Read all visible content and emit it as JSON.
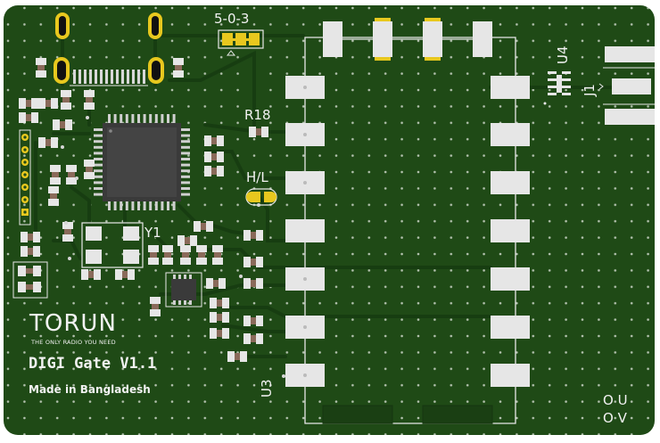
{
  "board": {
    "colors": {
      "soldermask": "#1f4a16",
      "soldermask_light": "#2a5a1f",
      "trace": "#163d10",
      "trace_edge": "#2f6326",
      "pad_white": "#e6e6e6",
      "pad_yellow": "#e8c81e",
      "ic_body": "#3a3a3a",
      "ic_pins": "#c9c9c9",
      "silkscreen": "#f2f2f2",
      "smd_brown": "#8a6a5a",
      "vias": "#d6d6d6"
    },
    "labels": {
      "jumper_top": "5-0-3",
      "resistor_r18": "R18",
      "jumper_hl": "H/L",
      "crystal_y1": "Y1",
      "module_u3": "U3",
      "chip_u4": "U4",
      "connector_j1": "J1",
      "out_u": "O U",
      "out_v": "O V"
    },
    "branding": {
      "brand": "TORUN",
      "tagline": "THE ONLY RADIO YOU NEED",
      "product": "DIGI Gate V1.1",
      "made_in": "Made in Bangladesh"
    }
  }
}
